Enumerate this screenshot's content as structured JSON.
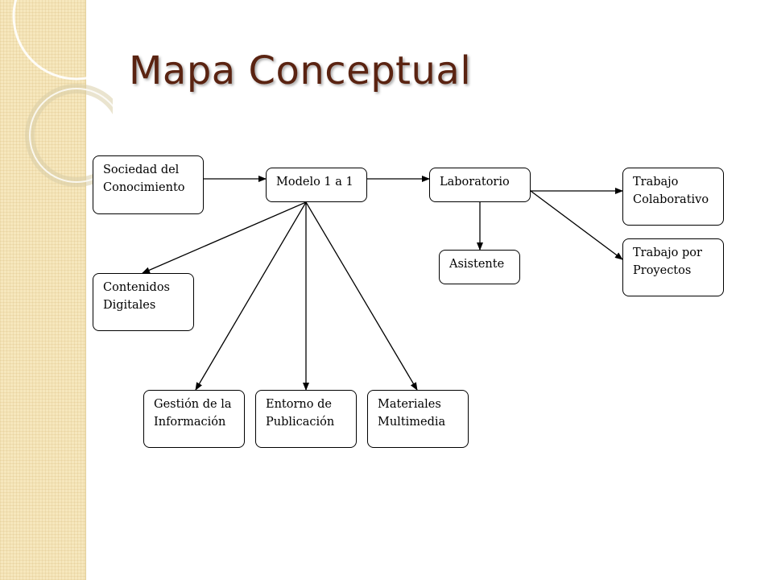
{
  "title": "Mapa Conceptual",
  "colors": {
    "title": "#5a2311",
    "sidebar": "#f6e7bd",
    "node_border": "#000000",
    "arrow": "#000000"
  },
  "nodes": {
    "sociedad": "Sociedad del\nConocimiento",
    "modelo": "Modelo 1 a 1",
    "laboratorio": "Laboratorio",
    "trabajo_colaborativo": "Trabajo\nColaborativo",
    "trabajo_proyectos": "Trabajo por\nProyectos",
    "asistente": "Asistente",
    "contenidos": "Contenidos\nDigitales",
    "gestion": "Gestión de la\nInformación",
    "entorno": "Entorno de\nPublicación",
    "materiales": "Materiales\nMultimedia"
  },
  "edges": [
    {
      "from": "sociedad",
      "to": "modelo"
    },
    {
      "from": "modelo",
      "to": "laboratorio"
    },
    {
      "from": "laboratorio",
      "to": "trabajo_colaborativo"
    },
    {
      "from": "laboratorio",
      "to": "trabajo_proyectos"
    },
    {
      "from": "laboratorio",
      "to": "asistente"
    },
    {
      "from": "modelo",
      "to": "contenidos"
    },
    {
      "from": "modelo",
      "to": "gestion"
    },
    {
      "from": "modelo",
      "to": "entorno"
    },
    {
      "from": "modelo",
      "to": "materiales"
    }
  ]
}
